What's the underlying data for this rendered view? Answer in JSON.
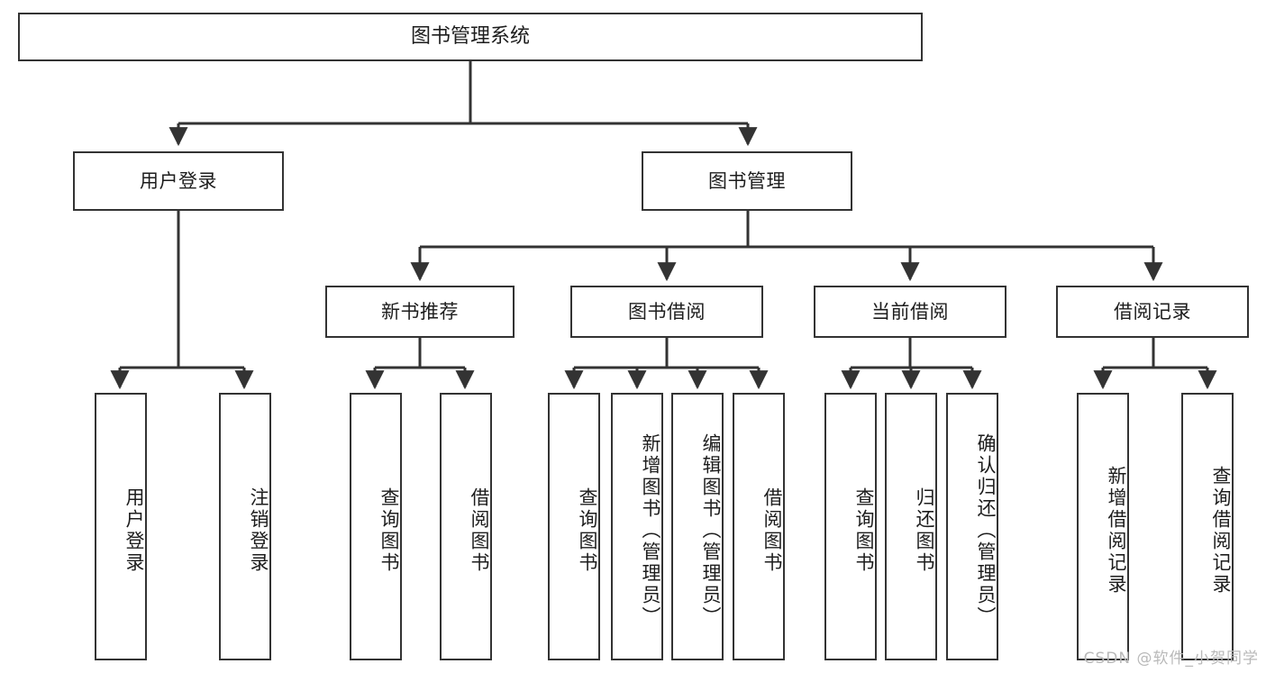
{
  "diagram": {
    "type": "tree-hierarchy",
    "title": "图书管理系统",
    "watermark": "CSDN @软件_小贺同学",
    "colors": {
      "box_border": "#333333",
      "box_fill": "#ffffff",
      "connector": "#333333",
      "text": "#1d1d1d",
      "watermark": "#b9b9b9"
    },
    "levels": {
      "level1": [
        "图书管理系统"
      ],
      "level2": [
        "用户登录",
        "图书管理"
      ],
      "level3": [
        "新书推荐",
        "图书借阅",
        "当前借阅",
        "借阅记录"
      ],
      "level4": [
        "用户登录",
        "注销登录",
        "查询图书",
        "借阅图书",
        "查询图书",
        "新增图书（管理员）",
        "编辑图书（管理员）",
        "借阅图书",
        "查询图书",
        "归还图书",
        "确认归还（管理员）",
        "新增借阅记录",
        "查询借阅记录"
      ]
    }
  },
  "nodes": {
    "root": {
      "label": "图书管理系统"
    },
    "user_login": {
      "label": "用户登录"
    },
    "book_manage": {
      "label": "图书管理"
    },
    "new_book_rec": {
      "label": "新书推荐"
    },
    "book_borrow": {
      "label": "图书借阅"
    },
    "current_borrow": {
      "label": "当前借阅"
    },
    "borrow_record": {
      "label": "借阅记录"
    },
    "leaf_user_login": {
      "label": "用户登录"
    },
    "leaf_user_logout": {
      "label": "注销登录"
    },
    "leaf_query_book_1": {
      "label": "查询图书"
    },
    "leaf_borrow_book_1": {
      "label": "借阅图书"
    },
    "leaf_query_book_2": {
      "label": "查询图书"
    },
    "leaf_add_book": {
      "label": "新增图书（管理员）"
    },
    "leaf_edit_book": {
      "label": "编辑图书（管理员）"
    },
    "leaf_borrow_book_2": {
      "label": "借阅图书"
    },
    "leaf_query_book_3": {
      "label": "查询图书"
    },
    "leaf_return_book": {
      "label": "归还图书"
    },
    "leaf_confirm_return": {
      "label": "确认归还（管理员）"
    },
    "leaf_add_record": {
      "label": "新增借阅记录"
    },
    "leaf_query_record": {
      "label": "查询借阅记录"
    }
  }
}
